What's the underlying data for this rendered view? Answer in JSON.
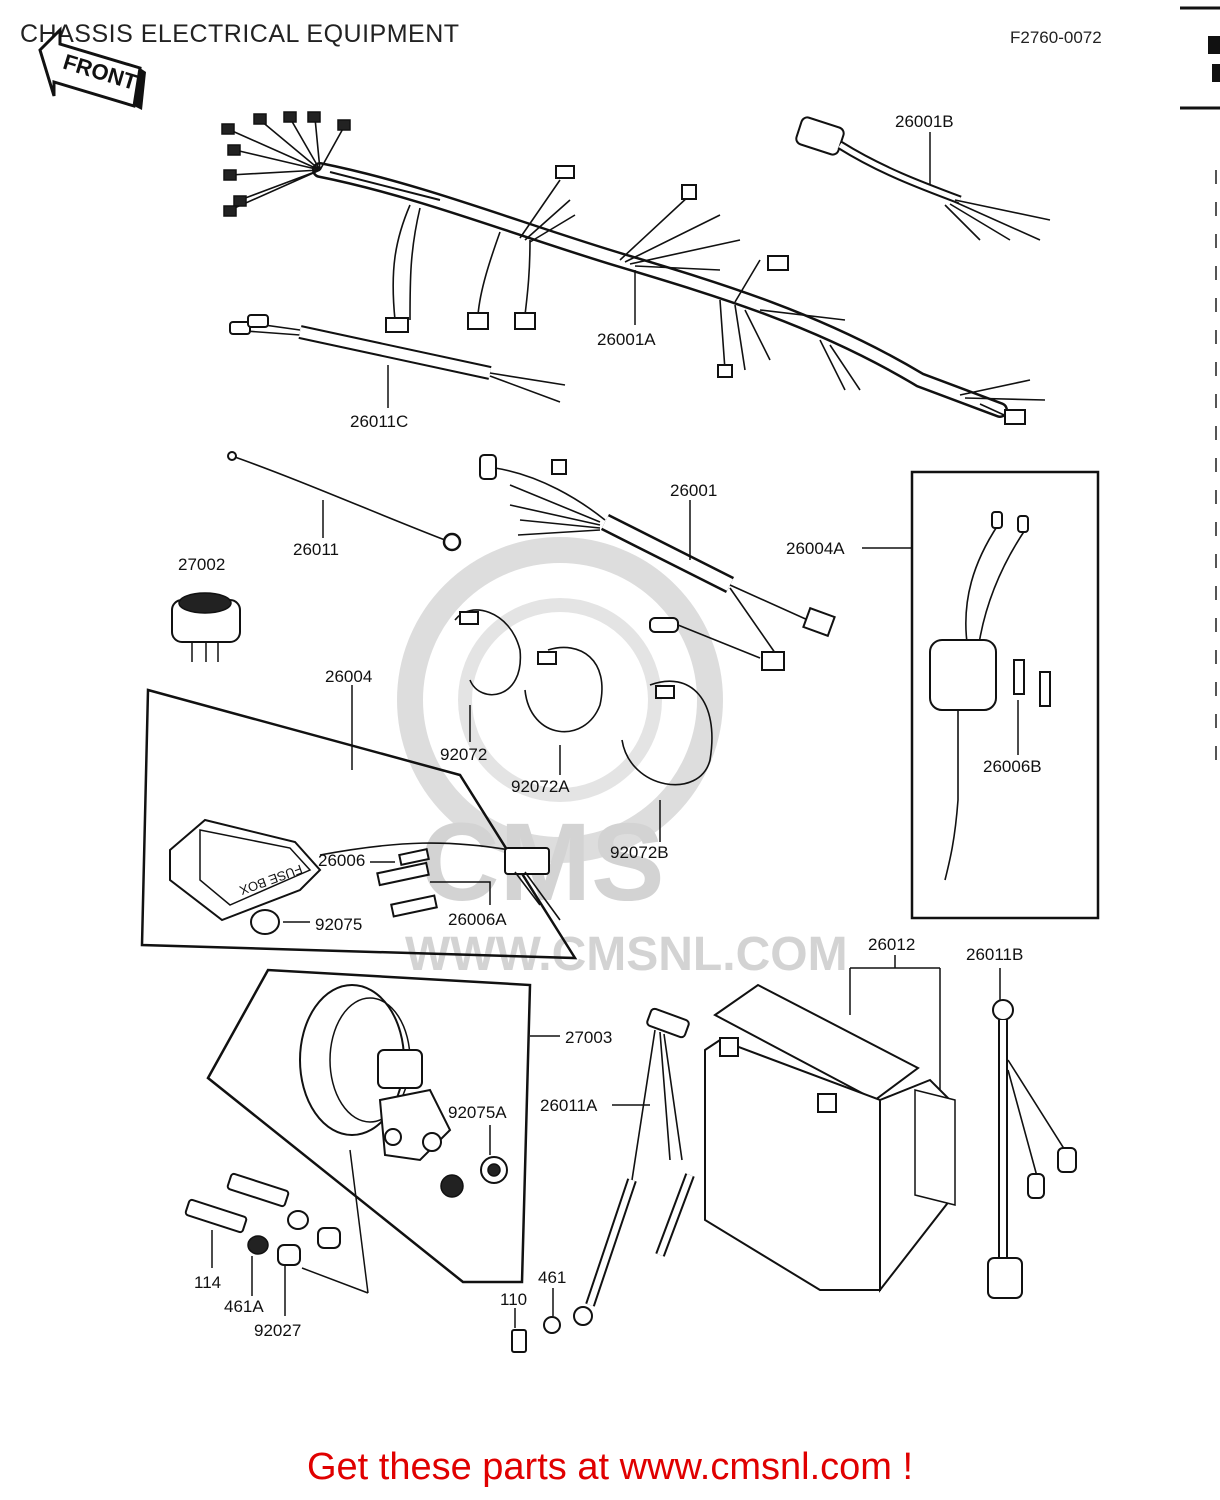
{
  "title": "CHASSIS ELECTRICAL EQUIPMENT",
  "diagram_code": "F2760-0072",
  "front_arrow_label": "FRONT",
  "fuse_box_text": "FUSE BOX",
  "watermark": {
    "brand": "CMS",
    "url": "WWW.CMSNL.COM"
  },
  "footer_link": "Get these parts at www.cmsnl.com !",
  "part_labels": {
    "p26001B": "26001B",
    "p26001A": "26001A",
    "p26011C": "26011C",
    "p26011": "26011",
    "p26001": "26001",
    "p27002": "27002",
    "p26004A": "26004A",
    "p26004": "26004",
    "p92072": "92072",
    "p92072A": "92072A",
    "p92072B": "92072B",
    "p26006B": "26006B",
    "p26006": "26006",
    "p26006A": "26006A",
    "p92075": "92075",
    "p26012": "26012",
    "p26011B": "26011B",
    "p27003": "27003",
    "p92075A": "92075A",
    "p26011A": "26011A",
    "p461": "461",
    "p110": "110",
    "p114": "114",
    "p461A": "461A",
    "p92027": "92027"
  },
  "colors": {
    "footer_link": "#e00000",
    "line_art": "#111111",
    "watermark": "#cfcfcf"
  }
}
